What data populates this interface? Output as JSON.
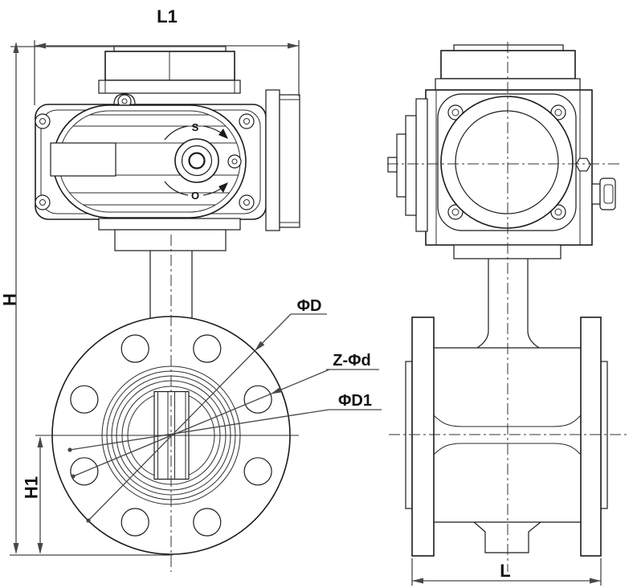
{
  "page": {
    "background": "#ffffff",
    "ink": "#1b1b1b",
    "dim_color": "#474747"
  },
  "dimensions": {
    "l1": "L1",
    "h": "H",
    "h1": "H1",
    "l": "L"
  },
  "callouts": {
    "flange_outer_diameter": "ΦD",
    "bolt_holes": "Z-Φd",
    "bolt_circle_diameter": "ΦD1"
  },
  "dial": {
    "shut": "S",
    "open": "O"
  }
}
